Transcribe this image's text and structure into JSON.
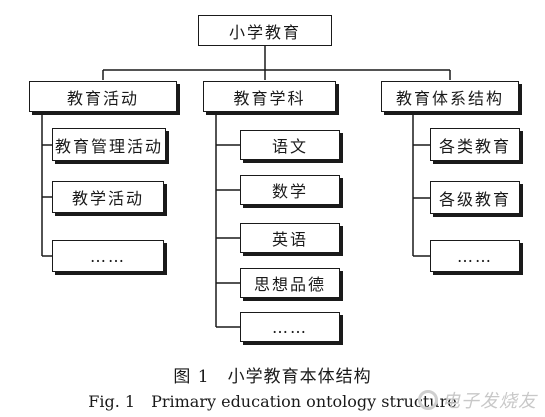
{
  "root": {
    "label": "小学教育"
  },
  "branches": [
    {
      "label": "教育活动",
      "children": [
        {
          "label": "教育管理活动"
        },
        {
          "label": "教学活动"
        },
        {
          "label": "……"
        }
      ]
    },
    {
      "label": "教育学科",
      "children": [
        {
          "label": "语文"
        },
        {
          "label": "数学"
        },
        {
          "label": "英语"
        },
        {
          "label": "思想品德"
        },
        {
          "label": "……"
        }
      ]
    },
    {
      "label": "教育体系结构",
      "children": [
        {
          "label": "各类教育"
        },
        {
          "label": "各级教育"
        },
        {
          "label": "……"
        }
      ]
    }
  ],
  "caption": {
    "cn": "图 1　小学教育本体结构",
    "en": "Fig. 1　Primary education ontology structure"
  },
  "watermark": {
    "text": "电子发烧友",
    "icon": "logo-icon"
  }
}
